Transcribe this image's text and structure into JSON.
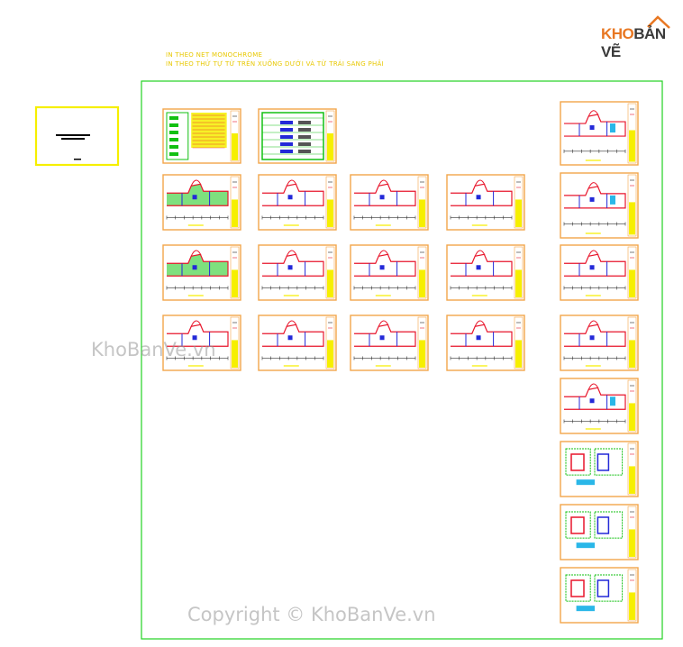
{
  "notes": {
    "line1": "IN THEO NET MONOCHROME",
    "line2": "IN THEO THỨ TỰ TỪ TRÊN XUỐNG DƯỚI VÀ TỪ TRÁI SANG PHẢI"
  },
  "logo": {
    "part1": "KHO",
    "part2": "BẢN VẼ"
  },
  "watermark_mid": "KhoBanVe.vn",
  "watermark_bottom": "Copyright © KhoBanVe.vn",
  "colors": {
    "frame_green": "#22d322",
    "sheet_orange": "#f3a64a",
    "title_yellow": "#f6ef00",
    "plan_red": "#e8152b",
    "plan_blue": "#2329d8",
    "accent_orange": "#e87722"
  },
  "sheets": [
    {
      "id": "s1",
      "kind": "legend"
    },
    {
      "id": "s2",
      "kind": "table"
    },
    {
      "id": "r1c1",
      "kind": "plan-green"
    },
    {
      "id": "r1c2",
      "kind": "plan"
    },
    {
      "id": "r1c3",
      "kind": "plan"
    },
    {
      "id": "r1c4",
      "kind": "plan"
    },
    {
      "id": "r2c1",
      "kind": "plan-green"
    },
    {
      "id": "r2c2",
      "kind": "plan"
    },
    {
      "id": "r2c3",
      "kind": "plan"
    },
    {
      "id": "r2c4",
      "kind": "plan"
    },
    {
      "id": "r3c1",
      "kind": "plan"
    },
    {
      "id": "r3c2",
      "kind": "plan"
    },
    {
      "id": "r3c3",
      "kind": "plan"
    },
    {
      "id": "r3c4",
      "kind": "plan"
    },
    {
      "id": "col1",
      "kind": "section"
    },
    {
      "id": "col2",
      "kind": "section"
    },
    {
      "id": "col3",
      "kind": "plan"
    },
    {
      "id": "col4",
      "kind": "plan"
    },
    {
      "id": "col5",
      "kind": "section"
    },
    {
      "id": "col6",
      "kind": "detail"
    },
    {
      "id": "col7",
      "kind": "detail"
    },
    {
      "id": "col8",
      "kind": "detail"
    }
  ]
}
